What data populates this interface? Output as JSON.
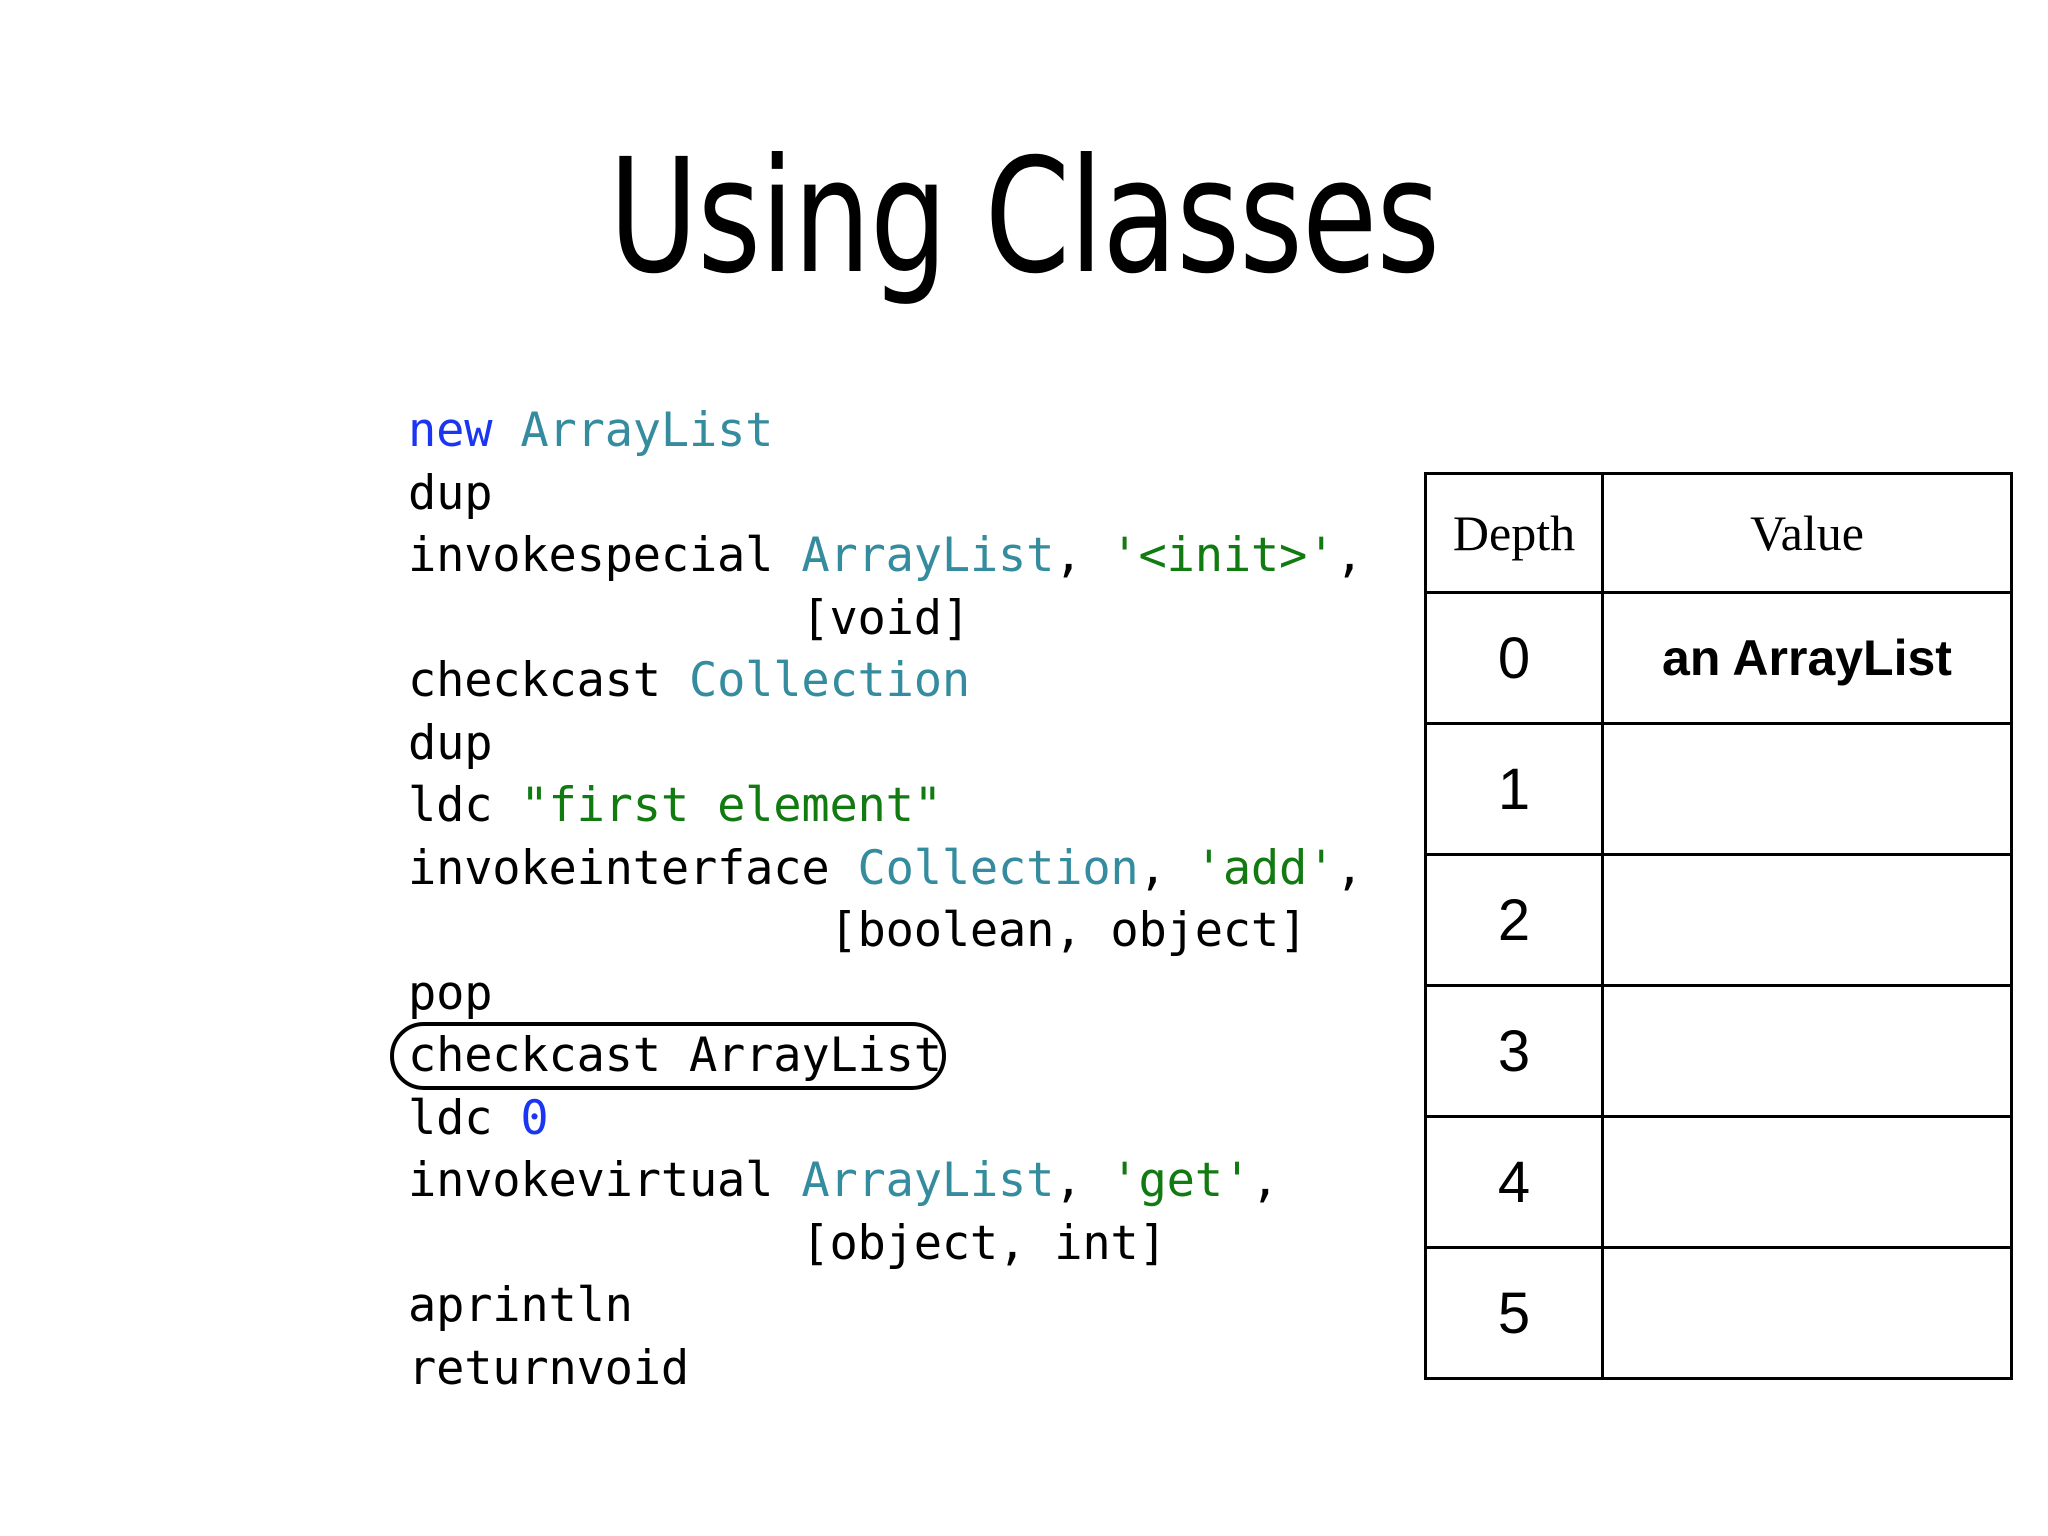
{
  "slide": {
    "title": "Using Classes",
    "background_color": "#ffffff"
  },
  "colors": {
    "keyword": "#1a36f0",
    "class_name": "#348c9e",
    "string": "#117a11",
    "number": "#1a36f0",
    "plain": "#000000",
    "border": "#000000"
  },
  "code": {
    "language": "jvm-bytecode",
    "lines": [
      {
        "id": "line-new",
        "text": "new ArrayList",
        "tokens": [
          {
            "t": "new",
            "k": "kw"
          },
          {
            "t": " ",
            "k": "plain"
          },
          {
            "t": "ArrayList",
            "k": "cls"
          }
        ]
      },
      {
        "id": "line-dup-1",
        "text": "dup",
        "tokens": [
          {
            "t": "dup",
            "k": "plain"
          }
        ]
      },
      {
        "id": "line-invokespecial",
        "text": "invokespecial ArrayList, '<init>',",
        "tokens": [
          {
            "t": "invokespecial ",
            "k": "plain"
          },
          {
            "t": "ArrayList",
            "k": "cls"
          },
          {
            "t": ", ",
            "k": "plain"
          },
          {
            "t": "'<init>'",
            "k": "str"
          },
          {
            "t": ",",
            "k": "plain"
          }
        ]
      },
      {
        "id": "line-void-sig",
        "text": "              [void]",
        "tokens": [
          {
            "t": "              [void]",
            "k": "plain"
          }
        ]
      },
      {
        "id": "line-checkcast-coll",
        "text": "checkcast Collection",
        "tokens": [
          {
            "t": "checkcast ",
            "k": "plain"
          },
          {
            "t": "Collection",
            "k": "cls"
          }
        ]
      },
      {
        "id": "line-dup-2",
        "text": "dup",
        "tokens": [
          {
            "t": "dup",
            "k": "plain"
          }
        ]
      },
      {
        "id": "line-ldc-string",
        "text": "ldc \"first element\"",
        "tokens": [
          {
            "t": "ldc ",
            "k": "plain"
          },
          {
            "t": "\"first element\"",
            "k": "str"
          }
        ]
      },
      {
        "id": "line-invokeinterface",
        "text": "invokeinterface Collection, 'add',",
        "tokens": [
          {
            "t": "invokeinterface ",
            "k": "plain"
          },
          {
            "t": "Collection",
            "k": "cls"
          },
          {
            "t": ", ",
            "k": "plain"
          },
          {
            "t": "'add'",
            "k": "str"
          },
          {
            "t": ",",
            "k": "plain"
          }
        ]
      },
      {
        "id": "line-boolean-object",
        "text": "               [boolean, object]",
        "tokens": [
          {
            "t": "               [boolean, object]",
            "k": "plain"
          }
        ]
      },
      {
        "id": "line-pop",
        "text": "pop",
        "tokens": [
          {
            "t": "pop",
            "k": "plain"
          }
        ]
      },
      {
        "id": "line-checkcast-arraylist",
        "text": "checkcast ArrayList",
        "highlighted": true,
        "tokens": [
          {
            "t": "checkcast ArrayList",
            "k": "plain"
          }
        ]
      },
      {
        "id": "line-ldc-zero",
        "text": "ldc 0",
        "tokens": [
          {
            "t": "ldc ",
            "k": "plain"
          },
          {
            "t": "0",
            "k": "num"
          }
        ]
      },
      {
        "id": "line-invokevirtual",
        "text": "invokevirtual ArrayList, 'get',",
        "tokens": [
          {
            "t": "invokevirtual ",
            "k": "plain"
          },
          {
            "t": "ArrayList",
            "k": "cls"
          },
          {
            "t": ", ",
            "k": "plain"
          },
          {
            "t": "'get'",
            "k": "str"
          },
          {
            "t": ",",
            "k": "plain"
          }
        ]
      },
      {
        "id": "line-object-int",
        "text": "              [object, int]",
        "tokens": [
          {
            "t": "              [object, int]",
            "k": "plain"
          }
        ]
      },
      {
        "id": "line-aprintln",
        "text": "aprintln",
        "tokens": [
          {
            "t": "aprintln",
            "k": "plain"
          }
        ]
      },
      {
        "id": "line-returnvoid",
        "text": "returnvoid",
        "tokens": [
          {
            "t": "returnvoid",
            "k": "plain"
          }
        ]
      }
    ]
  },
  "stack_table": {
    "headers": [
      "Depth",
      "Value"
    ],
    "rows": [
      {
        "depth": "0",
        "value": "an ArrayList",
        "bold": true
      },
      {
        "depth": "1",
        "value": "",
        "bold": false
      },
      {
        "depth": "2",
        "value": "",
        "bold": false
      },
      {
        "depth": "3",
        "value": "",
        "bold": false
      },
      {
        "depth": "4",
        "value": "",
        "bold": false
      },
      {
        "depth": "5",
        "value": "",
        "bold": false
      }
    ]
  }
}
